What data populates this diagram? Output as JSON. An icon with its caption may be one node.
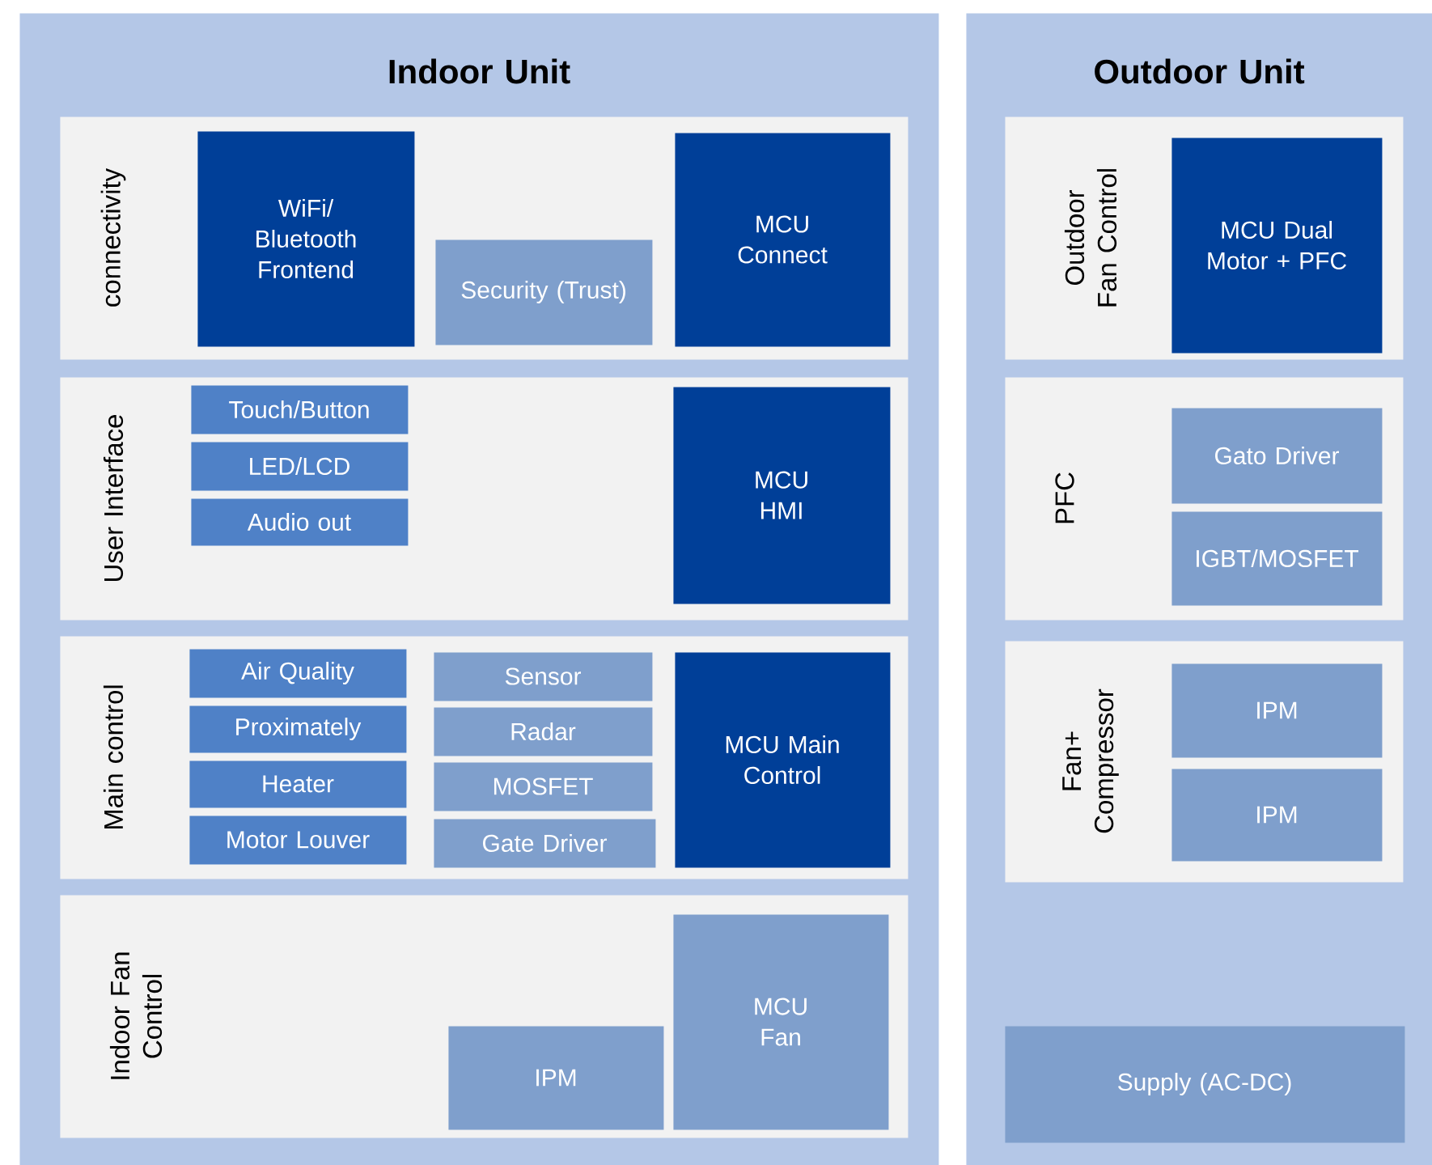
{
  "diagram": {
    "nodes": [
      {
        "text": [
          "Indoor Unit"
        ]
      },
      {
        "text": [
          "connectivity"
        ],
        "in": 0
      },
      {
        "text": [
          "WiFi/ Bluetooth Frontend"
        ],
        "in": 1
      },
      {
        "text": [
          "Security (Trust)"
        ],
        "in": 1
      },
      {
        "text": [
          "MCU Connect"
        ],
        "in": 1
      },
      {
        "text": [
          "User Interface"
        ],
        "in": 0
      },
      {
        "text": [
          "Touch/Button"
        ],
        "in": 5
      },
      {
        "text": [
          "LED/LCD"
        ],
        "in": 5
      },
      {
        "text": [
          "Audio out"
        ],
        "in": 5
      },
      {
        "text": [
          "MCU HMI"
        ],
        "in": 5
      },
      {
        "text": [
          "Main control"
        ],
        "in": 0
      },
      {
        "text": [
          "Air Quality"
        ],
        "in": 10
      },
      {
        "text": [
          "Proximately"
        ],
        "in": 10
      },
      {
        "text": [
          "Heater"
        ],
        "in": 10
      },
      {
        "text": [
          "Motor Louver"
        ],
        "in": 10
      },
      {
        "text": [
          "Sensor"
        ],
        "in": 10
      },
      {
        "text": [
          "Radar"
        ],
        "in": 10
      },
      {
        "text": [
          "MOSFET"
        ],
        "in": 10
      },
      {
        "text": [
          "Gate Driver"
        ],
        "in": 10
      },
      {
        "text": [
          "MCU Main Control"
        ],
        "in": 10
      },
      {
        "text": [
          "Indoor Fan Control"
        ],
        "in": 0
      },
      {
        "text": [
          "IPM"
        ],
        "in": 20
      },
      {
        "text": [
          "MCU Fan"
        ],
        "in": 20
      },
      {
        "text": [
          "Outdoor Unit"
        ]
      },
      {
        "text": [
          "Outdoor Fan Control"
        ],
        "in": 23
      },
      {
        "text": [
          "MCU Dual Motor + PFC"
        ],
        "in": 24
      },
      {
        "text": [
          "PFC"
        ],
        "in": 23
      },
      {
        "text": [
          "Gato Driver"
        ],
        "in": 26
      },
      {
        "text": [
          "IGBT/MOSFET"
        ],
        "in": 26
      },
      {
        "text": [
          "Fan+ Compressor"
        ],
        "in": 23
      },
      {
        "text": [
          "IPM"
        ],
        "in": 29
      },
      {
        "text": [
          "IPM"
        ],
        "in": 29
      },
      {
        "text": [
          "Supply (AC-DC)"
        ],
        "in": 23
      }
    ]
  }
}
